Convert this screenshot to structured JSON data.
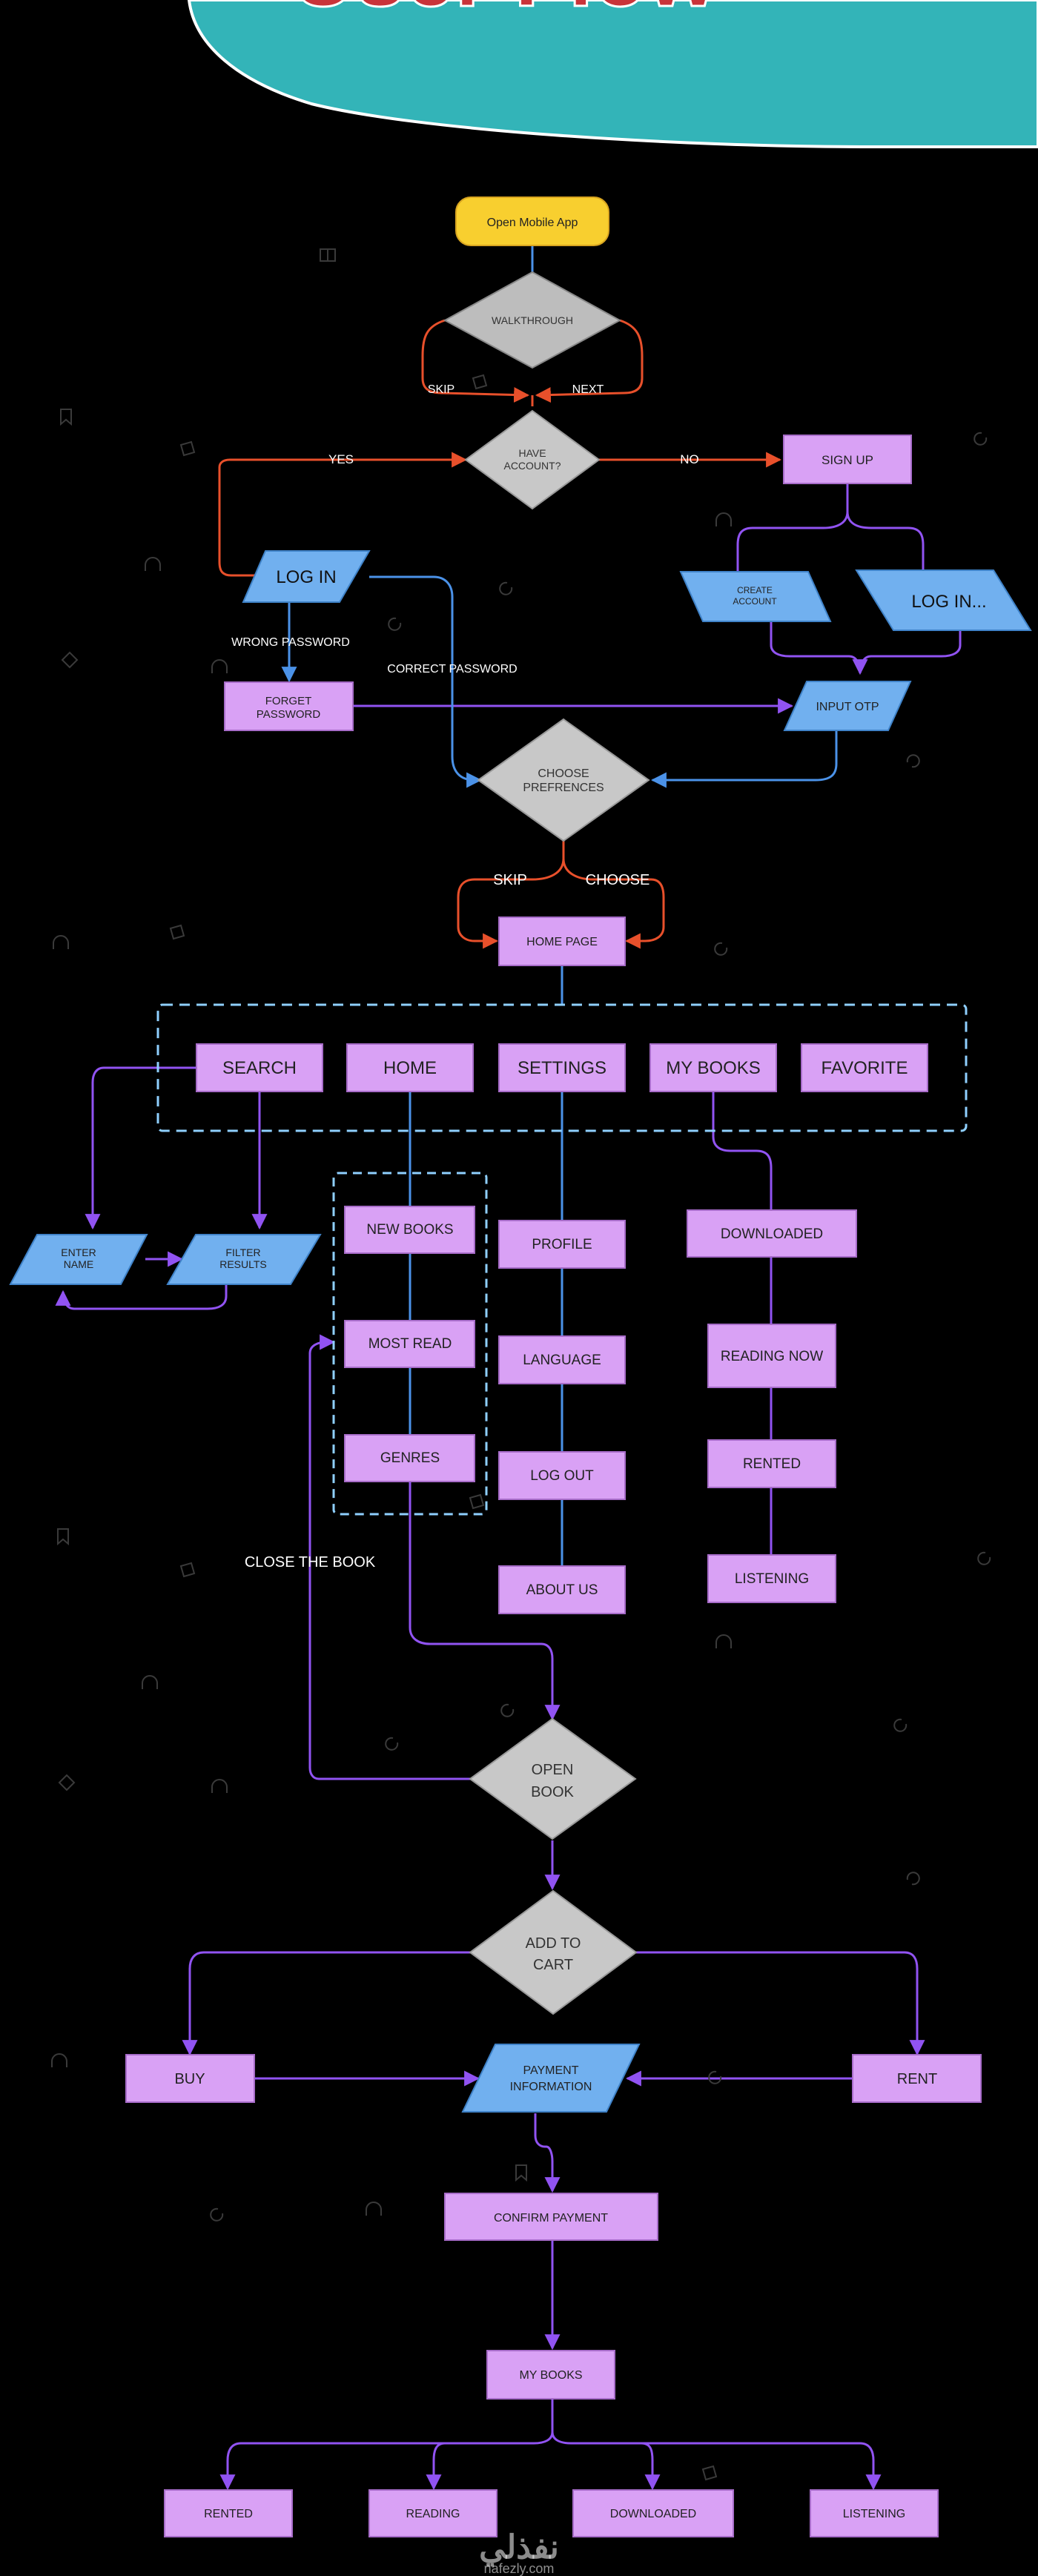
{
  "header": {
    "title_fragment": "User Flow"
  },
  "colors": {
    "background": "#000000",
    "header_teal": "#33b4b8",
    "title_red": "#c9333a",
    "start_yellow": "#f8cf2f",
    "box_purple": "#d9a1f5",
    "para_blue": "#71b0ef",
    "diamond_gray": "#c8c8c8",
    "line_purple": "#9153f2",
    "line_blue": "#4b92e8",
    "line_orange": "#e8502b",
    "dash_blue": "#8fd0ff"
  },
  "nodes": {
    "open_app": "Open Mobile App",
    "walkthrough": "WALKTHROUGH",
    "have_account": [
      "HAVE",
      "ACCOUNT?"
    ],
    "sign_up": "SIGN UP",
    "log_in": "LOG IN",
    "create_account": [
      "CREATE",
      "ACCOUNT"
    ],
    "log_in_alt": "LOG IN...",
    "forget_password": [
      "FORGET",
      "PASSWORD"
    ],
    "input_otp": "INPUT OTP",
    "choose_preferences": [
      "CHOOSE",
      "PREFRENCES"
    ],
    "home_page": "HOME PAGE",
    "nav": [
      "SEARCH",
      "HOME",
      "SETTINGS",
      "MY BOOKS",
      "FAVORITE"
    ],
    "enter_name": [
      "ENTER",
      "NAME"
    ],
    "filter_results": [
      "FILTER",
      "RESULTS"
    ],
    "home_items": [
      "NEW BOOKS",
      "MOST READ",
      "GENRES"
    ],
    "settings_items": [
      "PROFILE",
      "LANGUAGE",
      "LOG OUT",
      "ABOUT US"
    ],
    "mybooks_items": [
      "DOWNLOADED",
      "READING NOW",
      "RENTED",
      "LISTENING"
    ],
    "open_book": [
      "OPEN",
      "BOOK"
    ],
    "add_to_cart": [
      "ADD TO",
      "CART"
    ],
    "buy": "BUY",
    "rent": "RENT",
    "payment_information": [
      "PAYMENT",
      "INFORMATION"
    ],
    "confirm_payment": "CONFIRM PAYMENT",
    "my_books_final": "MY BOOKS",
    "final_items": [
      "RENTED",
      "READING",
      "DOWNLOADED",
      "LISTENING"
    ]
  },
  "edge_labels": {
    "skip_walkthrough": "SKIP",
    "next": "NEXT",
    "yes": "YES",
    "no": "NO",
    "wrong_password": "WRONG PASSWORD",
    "correct_password": "CORRECT PASSWORD",
    "skip_preferences": "SKIP",
    "choose": "CHOOSE",
    "close_the_book": "CLOSE THE BOOK"
  },
  "watermark": {
    "arabic": "نفذلي",
    "latin": "nafezly.com"
  }
}
